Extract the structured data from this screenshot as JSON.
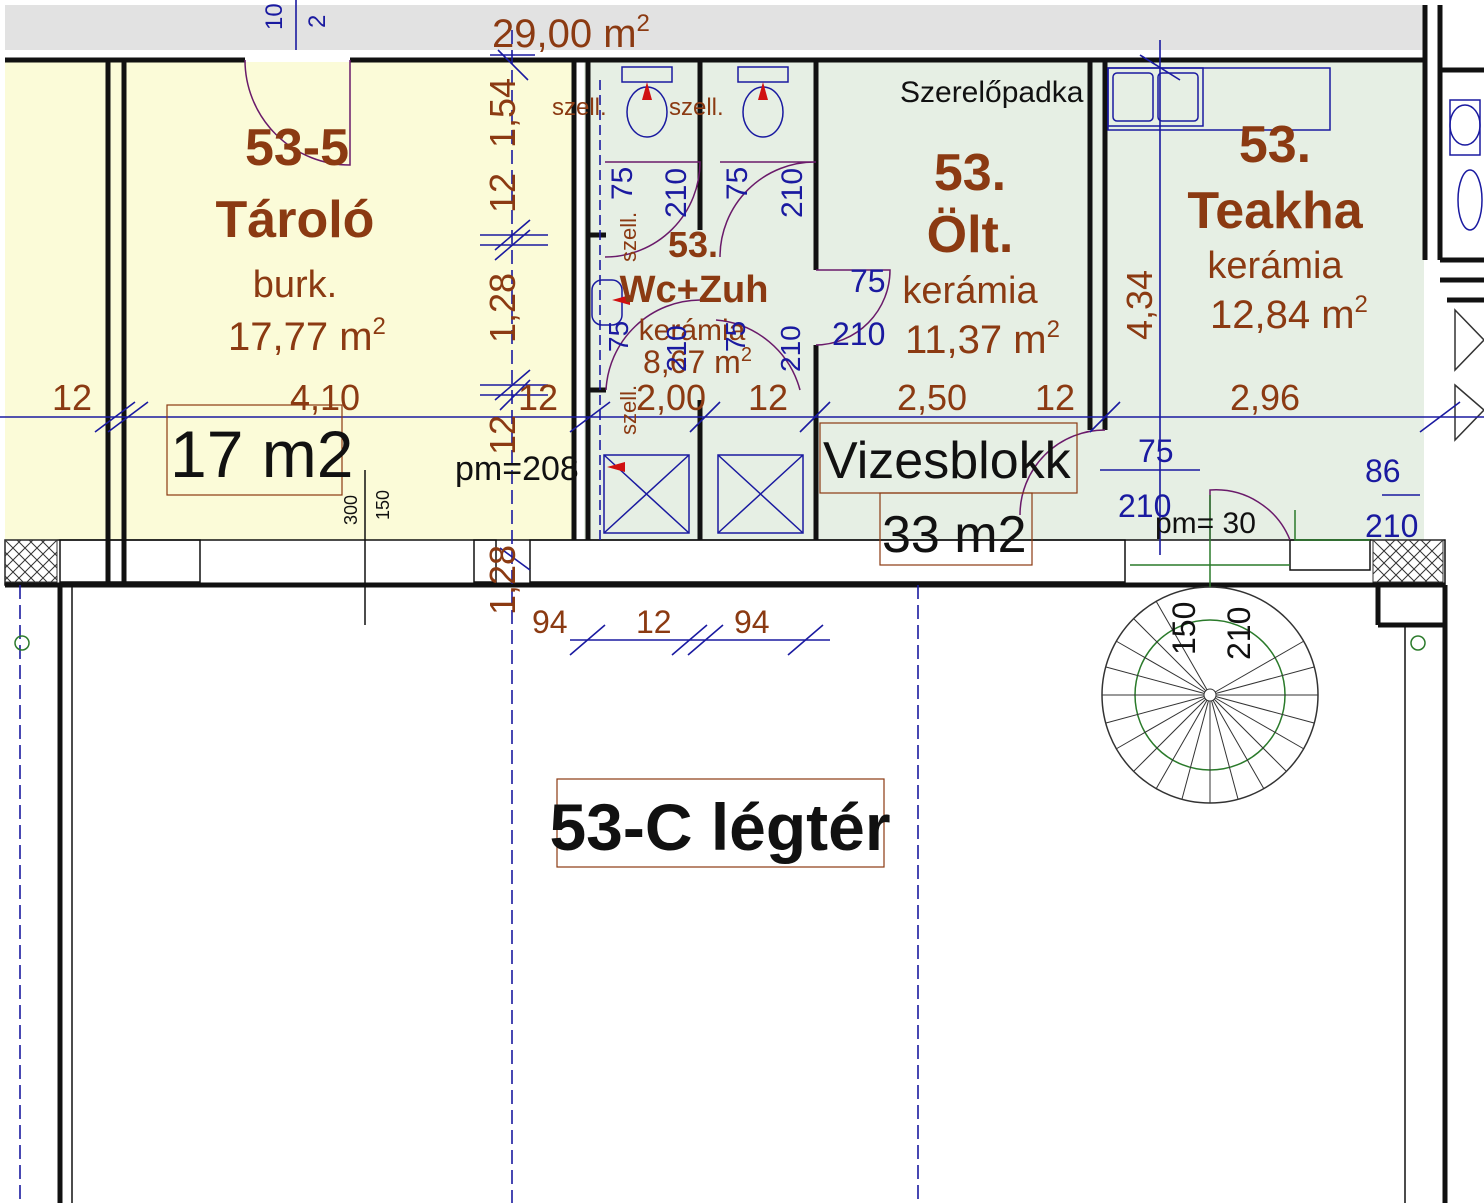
{
  "colors": {
    "storage_fill": "#fbfbd8",
    "wet_fill": "#e6efe4",
    "corridor_fill": "#e2e2e2",
    "label_brown": "#8b3a12",
    "dimension_blue": "#1a1aa0",
    "door_purple": "#6a1a6a"
  },
  "top_area": "29,00 m",
  "rooms": {
    "storage": {
      "number": "53-5",
      "name": "Tároló",
      "floor": "burk.",
      "area": "17,77 m",
      "box_area": "17 m2"
    },
    "wc": {
      "number": "53.",
      "name": "Wc+Zuh",
      "floor": "kerámia",
      "area": "8,67 m"
    },
    "locker": {
      "number": "53.",
      "name": "Ölt.",
      "floor": "kerámia",
      "area": "11,37 m"
    },
    "kitchen": {
      "number": "53.",
      "name": "Teakha",
      "floor": "kerámia",
      "area": "12,84 m"
    }
  },
  "sup2": "2",
  "workbench": "Szerelőpadka",
  "wet_block": {
    "name": "Vizesblokk",
    "area": "33 m2"
  },
  "airspace": "53-C légtér",
  "ventilation": "szell.",
  "floor_levels": {
    "left": "pm=208",
    "right": "pm= 30"
  },
  "dims_blue": {
    "d75a": "75",
    "d210a": "210",
    "d75b": "75",
    "d210b": "210",
    "d75c": "75",
    "d210c": "210",
    "d75d": "75",
    "d210d": "210",
    "d75e": "75",
    "d210e": "210",
    "d86": "86",
    "d210f": "210",
    "d150": "150",
    "d210g": "210"
  },
  "dims_brown": {
    "h154": "1,54",
    "h12a": "12",
    "h128a": "1,28",
    "h12b": "12",
    "h128b": "1,28",
    "h434": "4,34",
    "w12a": "12",
    "w410": "4,10",
    "w12b": "12",
    "w200": "2,00",
    "w12c": "12",
    "w250": "2,50",
    "w12d": "12",
    "w296": "2,96",
    "b94a": "94",
    "b12": "12",
    "b94b": "94",
    "top10": "10",
    "top2": "2"
  },
  "small_dims": {
    "d300": "300",
    "d150": "150"
  }
}
